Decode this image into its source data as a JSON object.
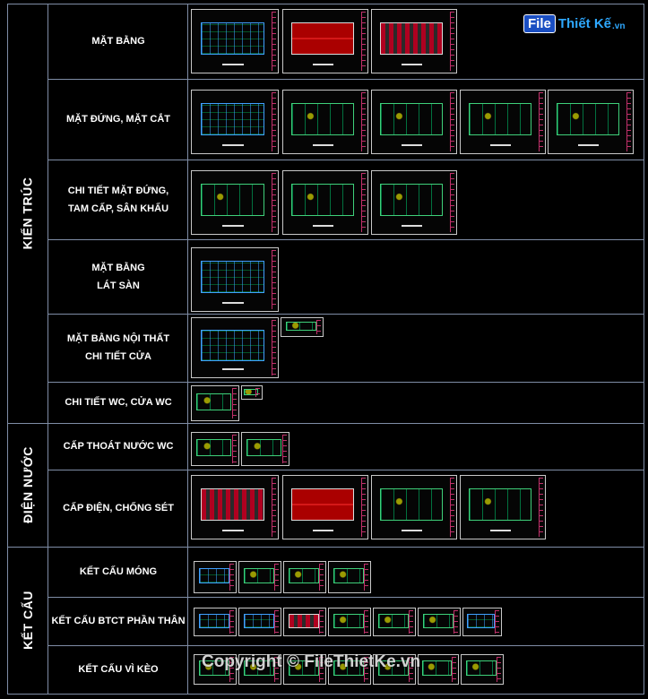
{
  "logo": {
    "part1": "File",
    "part2": "Thiết Kế",
    "part3": ".vn"
  },
  "watermark": "Copyright © FileThietKe.vn",
  "categories": [
    {
      "label": "KIẾN TRÚC"
    },
    {
      "label": "ĐIỆN NƯỚC"
    },
    {
      "label": "KẾT CẤU"
    }
  ],
  "rows": [
    {
      "lines": [
        "MẶT BẰNG"
      ]
    },
    {
      "lines": [
        "MẶT ĐỨNG, MẶT CẮT"
      ]
    },
    {
      "lines": [
        "CHI TIẾT MẶT ĐỨNG,",
        "TAM CẤP, SÂN KHẤU"
      ]
    },
    {
      "lines": [
        "MẶT BẰNG",
        "LÁT SÀN"
      ]
    },
    {
      "lines": [
        "MẶT BẰNG NỘI THẤT",
        "CHI TIẾT CỬA"
      ]
    },
    {
      "lines": [
        "CHI TIẾT WC, CỬA WC"
      ]
    },
    {
      "lines": [
        "CẤP THOÁT NƯỚC WC"
      ]
    },
    {
      "lines": [
        "CẤP ĐIỆN, CHỐNG SÉT"
      ]
    },
    {
      "lines": [
        "KẾT CẤU MÓNG"
      ]
    },
    {
      "lines": [
        "KẾT CẤU BTCT PHẦN THÂN"
      ]
    },
    {
      "lines": [
        "KẾT CẤU VÌ KÈO"
      ]
    }
  ]
}
